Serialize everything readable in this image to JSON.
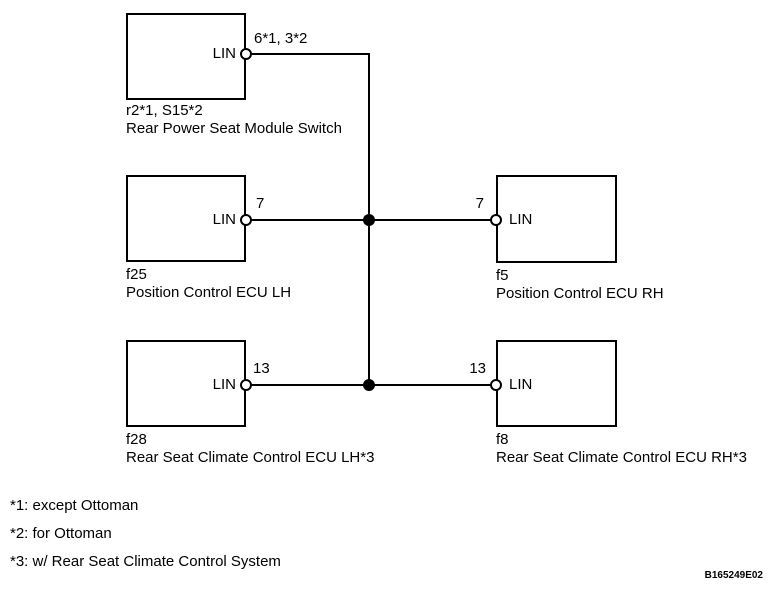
{
  "diagram": {
    "bus_name": "LIN",
    "nodes": [
      {
        "id": "rear-power-seat-module-switch",
        "port_label": "LIN",
        "pin": "6*1, 3*2",
        "code": "r2*1, S15*2",
        "name": "Rear Power Seat Module Switch"
      },
      {
        "id": "position-control-ecu-lh",
        "port_label": "LIN",
        "pin": "7",
        "code": "f25",
        "name": "Position Control ECU LH"
      },
      {
        "id": "position-control-ecu-rh",
        "port_label": "LIN",
        "pin": "7",
        "code": "f5",
        "name": "Position Control ECU RH"
      },
      {
        "id": "rear-seat-climate-control-ecu-lh",
        "port_label": "LIN",
        "pin": "13",
        "code": "f28",
        "name": "Rear Seat Climate Control ECU LH*3"
      },
      {
        "id": "rear-seat-climate-control-ecu-rh",
        "port_label": "LIN",
        "pin": "13",
        "code": "f8",
        "name": "Rear Seat Climate Control ECU RH*3"
      }
    ],
    "footnotes": [
      "*1: except Ottoman",
      "*2: for Ottoman",
      "*3: w/ Rear Seat Climate Control System"
    ],
    "reference_code": "B165249E02",
    "colors": {
      "line": "#000000",
      "background": "#ffffff"
    }
  }
}
